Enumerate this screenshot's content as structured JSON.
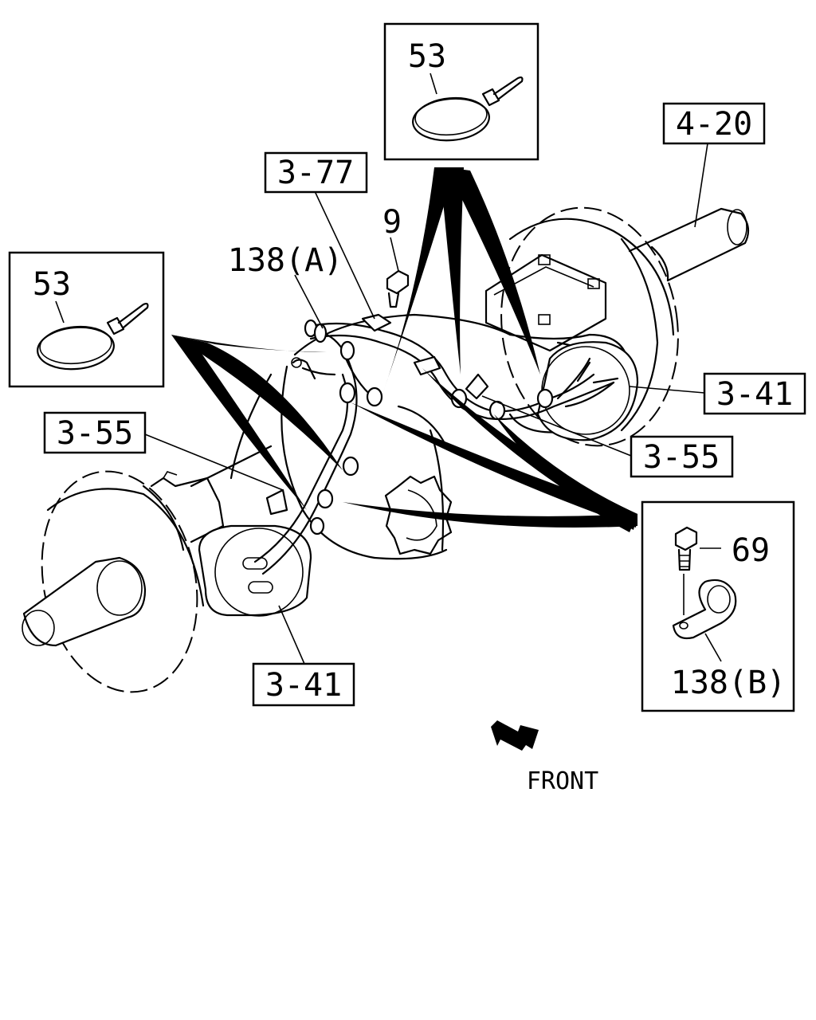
{
  "diagram": {
    "callouts": {
      "c_4_20": "4-20",
      "c_3_77": "3-77",
      "c_3_41_right": "3-41",
      "c_3_55_right": "3-55",
      "c_3_55_left": "3-55",
      "c_3_41_bottom": "3-41"
    },
    "part_numbers": {
      "p9": "9",
      "p138a": "138(A)",
      "p53_top": "53",
      "p53_left": "53",
      "p69": "69",
      "p138b": "138(B)"
    },
    "direction_label": "FRONT"
  }
}
